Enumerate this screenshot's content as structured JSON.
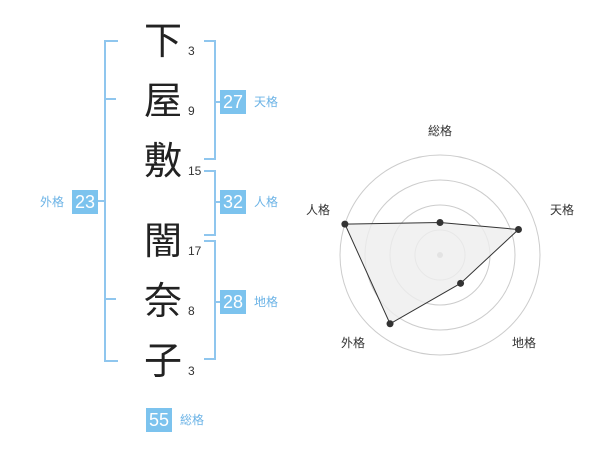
{
  "name": {
    "characters": [
      {
        "char": "下",
        "strokes": "3"
      },
      {
        "char": "屋",
        "strokes": "9"
      },
      {
        "char": "敷",
        "strokes": "15"
      },
      {
        "char": "闇",
        "strokes": "17"
      },
      {
        "char": "奈",
        "strokes": "8"
      },
      {
        "char": "子",
        "strokes": "3"
      }
    ]
  },
  "kaku": {
    "tenkaku": {
      "value": "27",
      "label": "天格"
    },
    "jinkaku": {
      "value": "32",
      "label": "人格"
    },
    "chikaku": {
      "value": "28",
      "label": "地格"
    },
    "gaikaku": {
      "value": "23",
      "label": "外格"
    },
    "soukaku": {
      "value": "55",
      "label": "総格"
    }
  },
  "chart_data": {
    "type": "radar",
    "axes": [
      "総格",
      "天格",
      "地格",
      "外格",
      "人格"
    ],
    "rings": 4,
    "values": [
      1.3,
      3.3,
      1.4,
      3.4,
      4.0
    ],
    "max": 4,
    "colors": {
      "ring": "#cccccc",
      "fill": "#eeeeee",
      "line": "#333333",
      "point": "#333333"
    }
  }
}
